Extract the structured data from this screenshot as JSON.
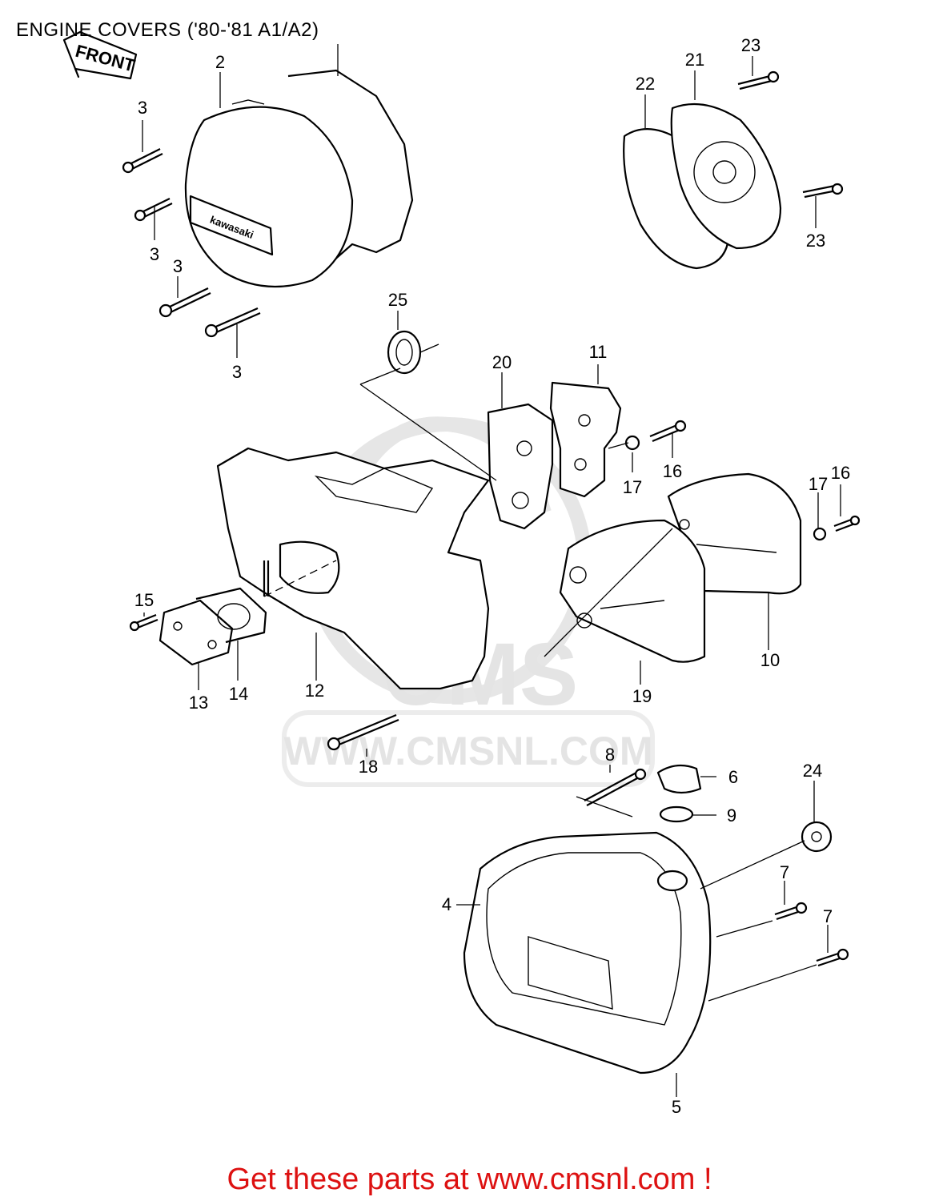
{
  "title": "ENGINE COVERS ('80-'81 A1/A2)",
  "footer": "Get these parts at www.cmsnl.com !",
  "watermark": {
    "logo": "CMS",
    "url": "WWW.CMSNL.COM"
  },
  "front_arrow_label": "FRONT",
  "cover_emblem_text": "kawasaki",
  "callouts": [
    {
      "id": "c2",
      "label": "2"
    },
    {
      "id": "c3a",
      "label": "3"
    },
    {
      "id": "c3b",
      "label": "3"
    },
    {
      "id": "c3c",
      "label": "3"
    },
    {
      "id": "c3d",
      "label": "3"
    },
    {
      "id": "c4",
      "label": "4"
    },
    {
      "id": "c5",
      "label": "5"
    },
    {
      "id": "c6",
      "label": "6"
    },
    {
      "id": "c7a",
      "label": "7"
    },
    {
      "id": "c7b",
      "label": "7"
    },
    {
      "id": "c8",
      "label": "8"
    },
    {
      "id": "c9",
      "label": "9"
    },
    {
      "id": "c10",
      "label": "10"
    },
    {
      "id": "c11",
      "label": "11"
    },
    {
      "id": "c12",
      "label": "12"
    },
    {
      "id": "c13",
      "label": "13"
    },
    {
      "id": "c14",
      "label": "14"
    },
    {
      "id": "c15",
      "label": "15"
    },
    {
      "id": "c16a",
      "label": "16"
    },
    {
      "id": "c16b",
      "label": "16"
    },
    {
      "id": "c17a",
      "label": "17"
    },
    {
      "id": "c17b",
      "label": "17"
    },
    {
      "id": "c18",
      "label": "18"
    },
    {
      "id": "c19",
      "label": "19"
    },
    {
      "id": "c20",
      "label": "20"
    },
    {
      "id": "c21",
      "label": "21"
    },
    {
      "id": "c22",
      "label": "22"
    },
    {
      "id": "c23a",
      "label": "23"
    },
    {
      "id": "c23b",
      "label": "23"
    },
    {
      "id": "c24",
      "label": "24"
    },
    {
      "id": "c25",
      "label": "25"
    }
  ],
  "colors": {
    "line": "#000000",
    "footer_text": "#dd1111",
    "watermark": "#e4e4e4"
  }
}
